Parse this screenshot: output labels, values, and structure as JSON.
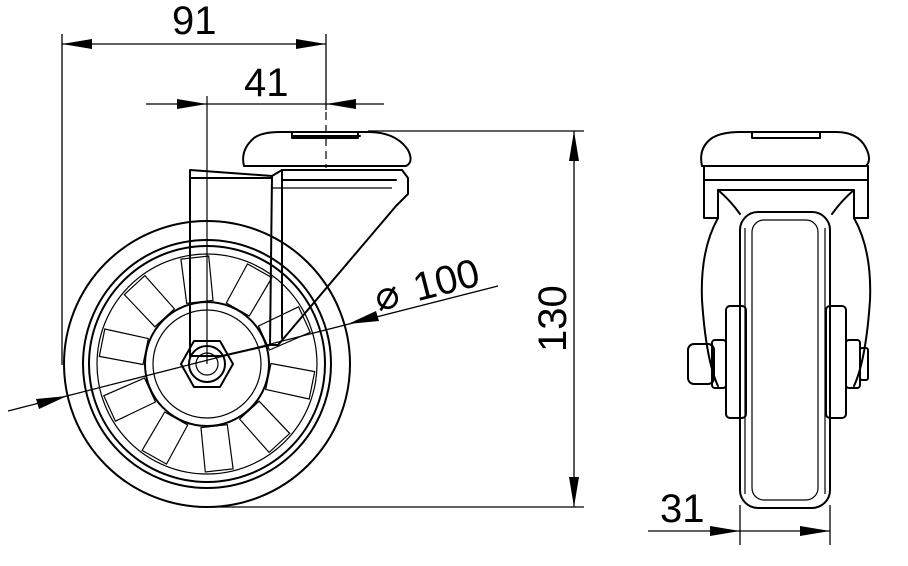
{
  "dimensions": {
    "offset_width": "91",
    "swivel_offset": "41",
    "wheel_diameter_symbol": "⌀",
    "wheel_diameter": "100",
    "total_height": "130",
    "wheel_width": "31"
  },
  "colors": {
    "line": "#000000",
    "background": "#ffffff"
  }
}
